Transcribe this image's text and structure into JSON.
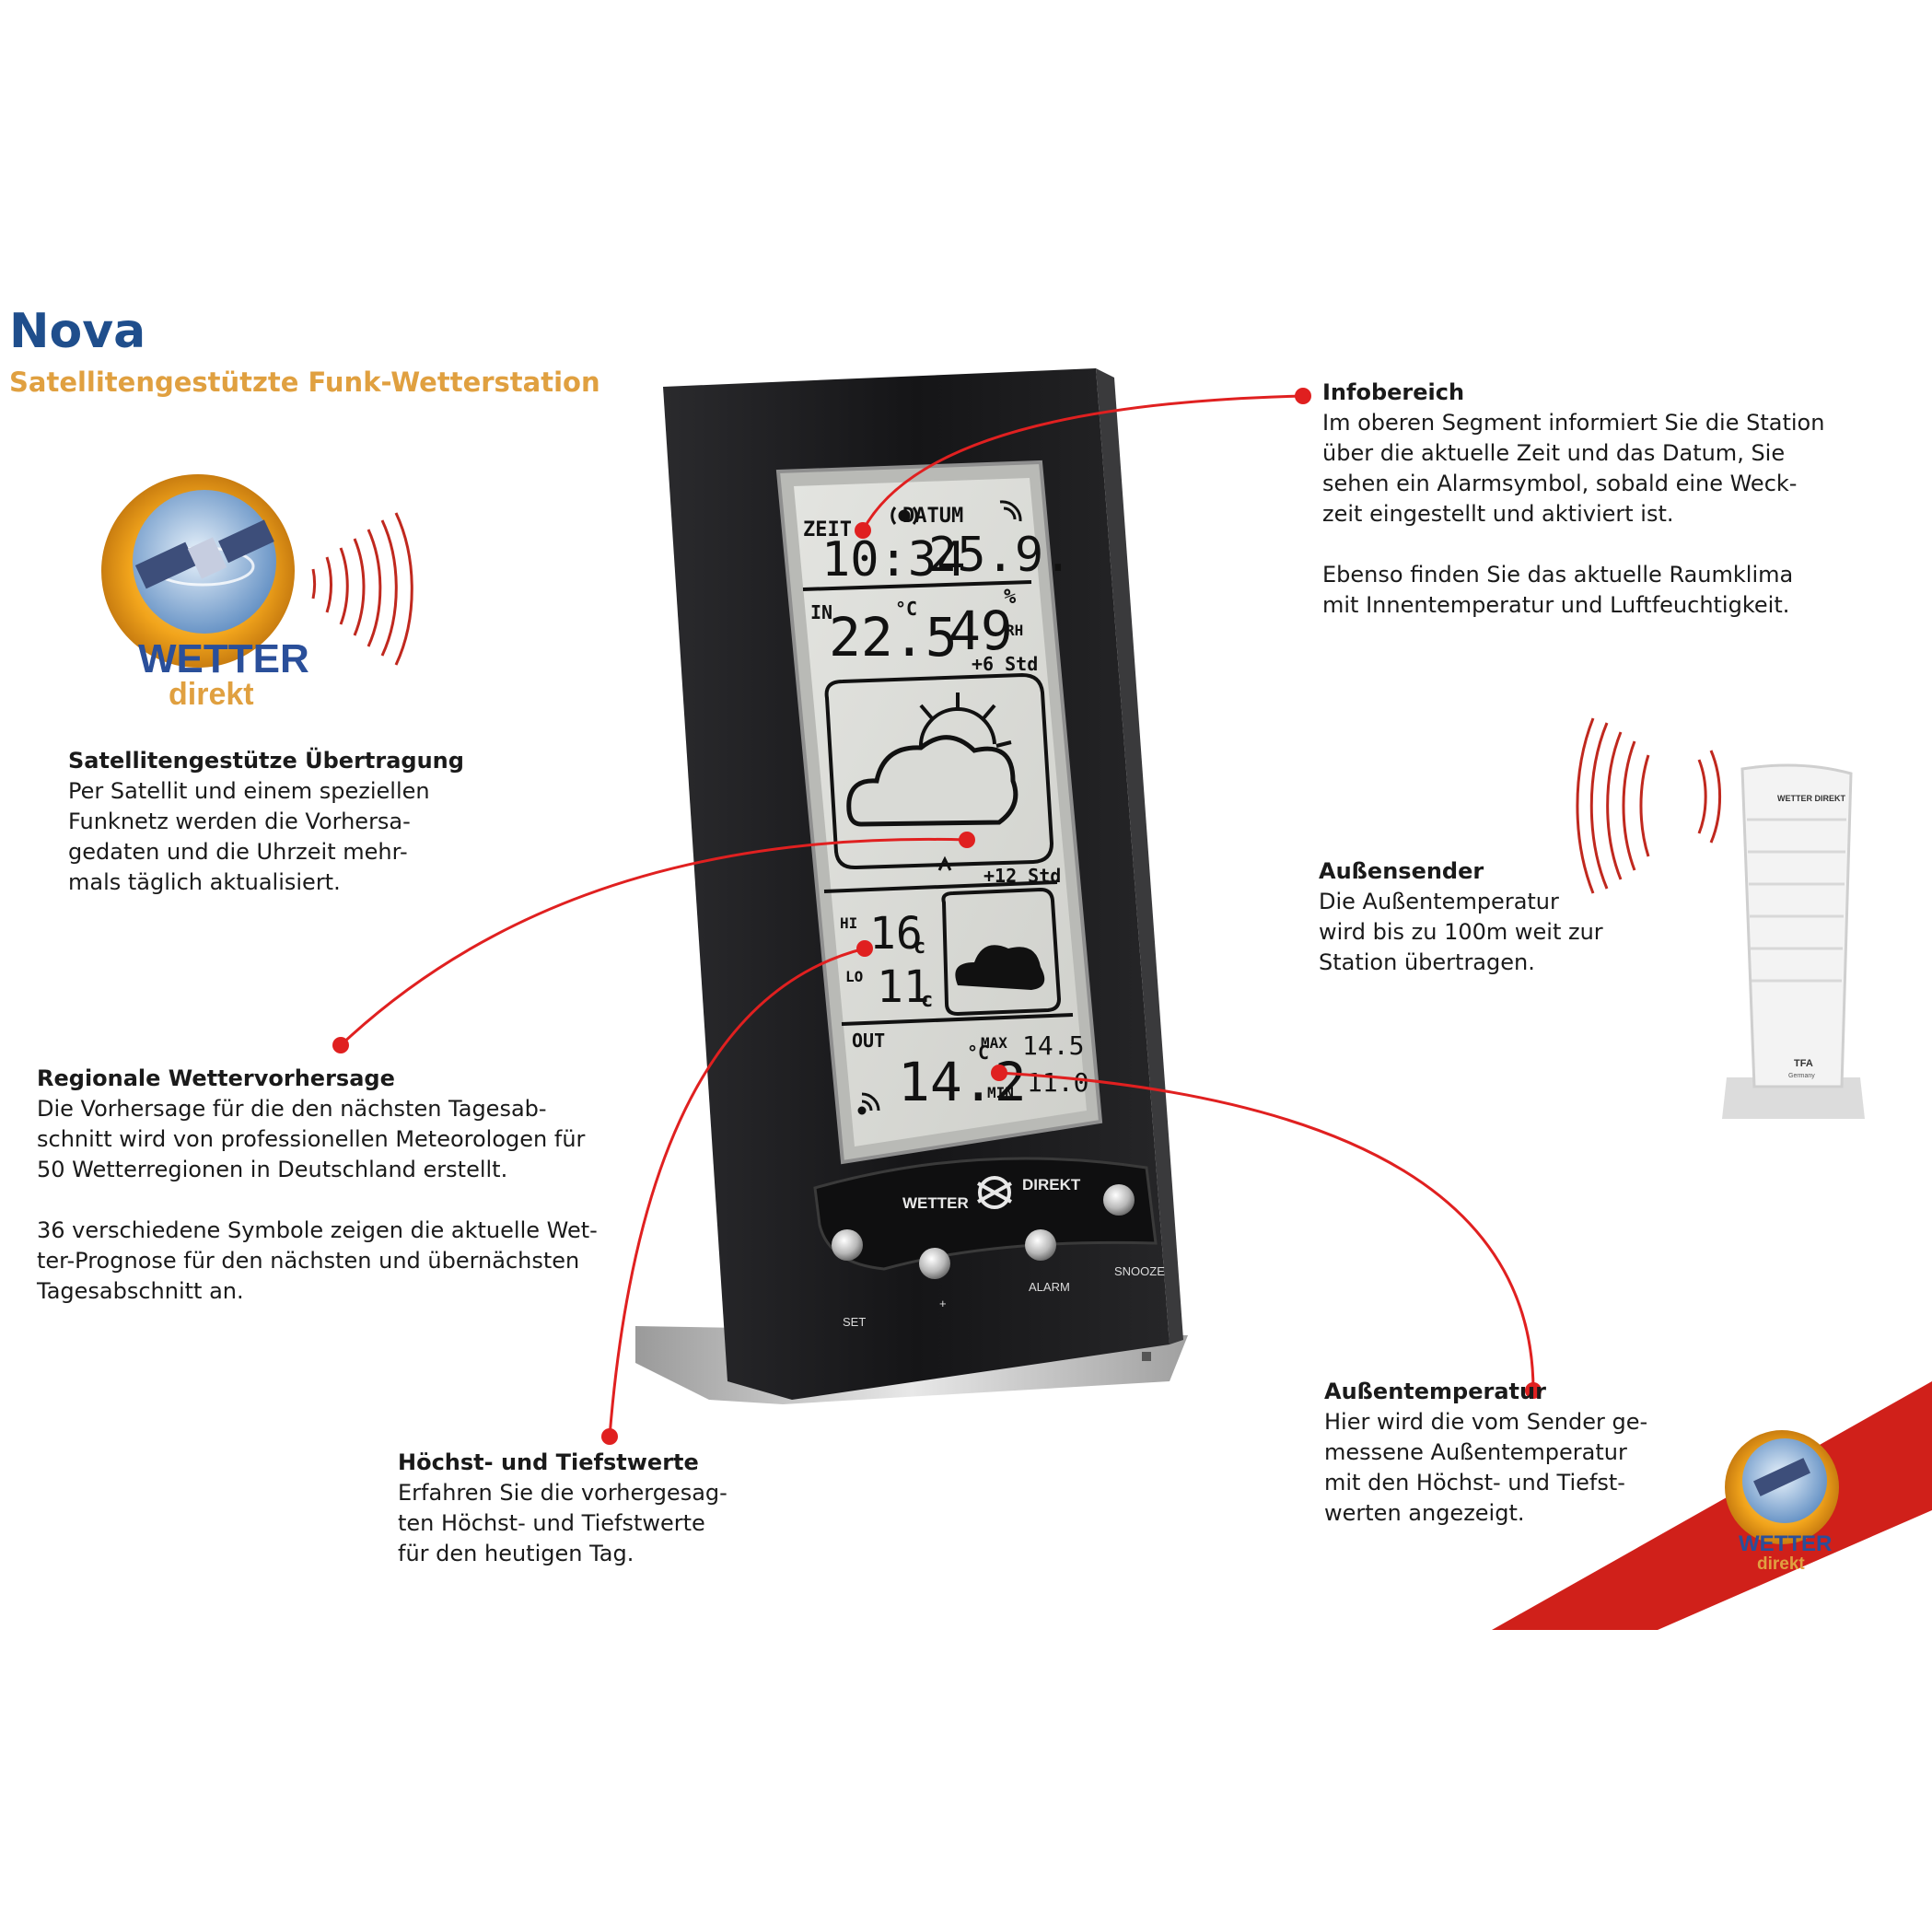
{
  "header": {
    "title": "Nova",
    "subtitle": "Satellitengestützte Funk-Wetterstation"
  },
  "logo": {
    "line1": "WETTER",
    "line2": "direkt"
  },
  "callouts": {
    "infobereich": {
      "head": "Infobereich",
      "body": "Im oberen Segment informiert Sie die Station\nüber die aktuelle Zeit und das Datum, Sie\nsehen ein Alarmsymbol, sobald eine Weck-\nzeit eingestellt und aktiviert ist.\n\nEbenso finden Sie das aktuelle Raumklima\nmit Innentemperatur und Luftfeuchtigkeit."
    },
    "satellit": {
      "head": "Satellitengestütze Übertragung",
      "body": "Per Satellit und einem speziellen\nFunknetz werden die Vorhersa-\ngedaten und die Uhrzeit mehr-\nmals täglich aktualisiert."
    },
    "aussensender": {
      "head": "Außensender",
      "body": "Die Außentemperatur\nwird bis zu 100m weit zur\nStation übertragen."
    },
    "regional": {
      "head": "Regionale Wettervorhersage",
      "body": "Die Vorhersage für die den nächsten Tagesab-\nschnitt wird von professionellen Meteorologen für\n50 Wetterregionen in Deutschland erstellt.\n\n36 verschiedene Symbole zeigen die aktuelle Wet-\nter-Prognose für den nächsten und übernächsten\nTagesabschnitt an."
    },
    "hoechst": {
      "head": "Höchst- und Tiefstwerte",
      "body": "Erfahren Sie die vorhergesag-\nten Höchst- und Tiefstwerte\nfür den heutigen Tag."
    },
    "aussentemp": {
      "head": "Außentemperatur",
      "body": "Hier wird die vom Sender ge-\nmessene Außentemperatur\nmit den Höchst- und Tiefst-\nwerten angezeigt."
    }
  },
  "display": {
    "zeit_label": "ZEIT",
    "datum_label": "DATUM",
    "time": "10:34",
    "date": "25.9.",
    "in_label": "IN",
    "in_temp": "22.5",
    "unit_c": "°C",
    "humidity": "49",
    "pct": "%",
    "rh": "RH",
    "plus6": "+6 Std",
    "plus12": "+12 Std",
    "hi_label": "HI",
    "lo_label": "LO",
    "hi_val": "16",
    "lo_val": "11",
    "c_small": "c",
    "deg": "°",
    "out_label": "OUT",
    "out_temp": "14.2",
    "max_label": "MAX",
    "min_label": "MIN",
    "max_val": "14.5",
    "min_val": "11.0"
  },
  "device": {
    "brand_left": "WETTER",
    "brand_right": "DIREKT",
    "btn_set": "SET",
    "btn_plus": "+",
    "btn_alarm": "ALARM",
    "btn_snooze": "SNOOZE"
  },
  "sensor": {
    "brand": "WETTER DIREKT",
    "maker": "TFA",
    "maker_sub": "Germany"
  },
  "colors": {
    "title": "#1f4e8c",
    "subtitle": "#e0a040",
    "callout_line": "#e02020",
    "device_body": "#1c1c1e",
    "lcd_bg": "#d9dad6"
  }
}
